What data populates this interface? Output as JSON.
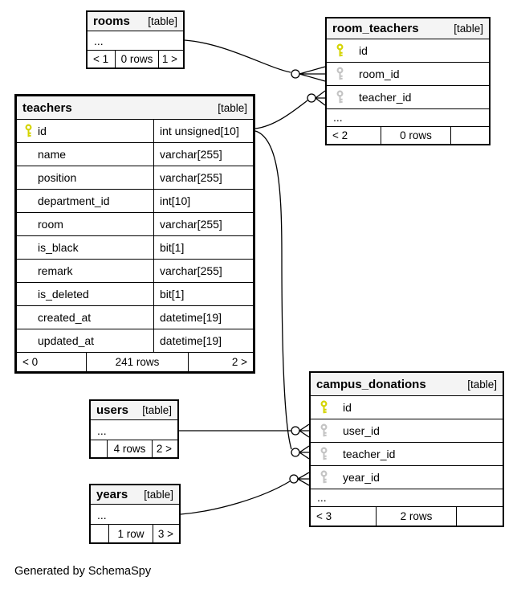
{
  "footer_note": "Generated by SchemaSpy",
  "colors": {
    "primary_key": "#d4d400",
    "foreign_key": "#c3c3c3",
    "header_bg": "#f4f4f4",
    "border": "#000000",
    "background": "#ffffff"
  },
  "tables": {
    "rooms": {
      "title": "rooms",
      "badge": "[table]",
      "ellipsis": "...",
      "pager_prev": "< 1",
      "rows_label": "0 rows",
      "pager_next": "1 >"
    },
    "room_teachers": {
      "title": "room_teachers",
      "badge": "[table]",
      "ellipsis": "...",
      "columns": [
        {
          "name": "id",
          "key": "primary"
        },
        {
          "name": "room_id",
          "key": "foreign"
        },
        {
          "name": "teacher_id",
          "key": "foreign"
        }
      ],
      "pager_prev": "< 2",
      "rows_label": "0 rows",
      "pager_next": ""
    },
    "teachers": {
      "title": "teachers",
      "badge": "[table]",
      "columns": [
        {
          "name": "id",
          "type": "int unsigned[10]",
          "key": "primary"
        },
        {
          "name": "name",
          "type": "varchar[255]"
        },
        {
          "name": "position",
          "type": "varchar[255]"
        },
        {
          "name": "department_id",
          "type": "int[10]"
        },
        {
          "name": "room",
          "type": "varchar[255]"
        },
        {
          "name": "is_black",
          "type": "bit[1]"
        },
        {
          "name": "remark",
          "type": "varchar[255]"
        },
        {
          "name": "is_deleted",
          "type": "bit[1]"
        },
        {
          "name": "created_at",
          "type": "datetime[19]"
        },
        {
          "name": "updated_at",
          "type": "datetime[19]"
        }
      ],
      "pager_prev": "< 0",
      "rows_label": "241 rows",
      "pager_next": "2 >"
    },
    "users": {
      "title": "users",
      "badge": "[table]",
      "ellipsis": "...",
      "pager_prev": "",
      "rows_label": "4 rows",
      "pager_next": "2 >"
    },
    "years": {
      "title": "years",
      "badge": "[table]",
      "ellipsis": "...",
      "pager_prev": "",
      "rows_label": "1 row",
      "pager_next": "3 >"
    },
    "campus_donations": {
      "title": "campus_donations",
      "badge": "[table]",
      "ellipsis": "...",
      "columns": [
        {
          "name": "id",
          "key": "primary"
        },
        {
          "name": "user_id",
          "key": "foreign"
        },
        {
          "name": "teacher_id",
          "key": "foreign"
        },
        {
          "name": "year_id",
          "key": "foreign"
        }
      ],
      "pager_prev": "< 3",
      "rows_label": "2 rows",
      "pager_next": ""
    }
  },
  "relationships": [
    {
      "from": "rooms",
      "to": "room_teachers.room_id"
    },
    {
      "from": "teachers.id",
      "to": "room_teachers.teacher_id"
    },
    {
      "from": "teachers.id",
      "to": "campus_donations.teacher_id"
    },
    {
      "from": "users",
      "to": "campus_donations.user_id"
    },
    {
      "from": "years",
      "to": "campus_donations.year_id"
    }
  ]
}
